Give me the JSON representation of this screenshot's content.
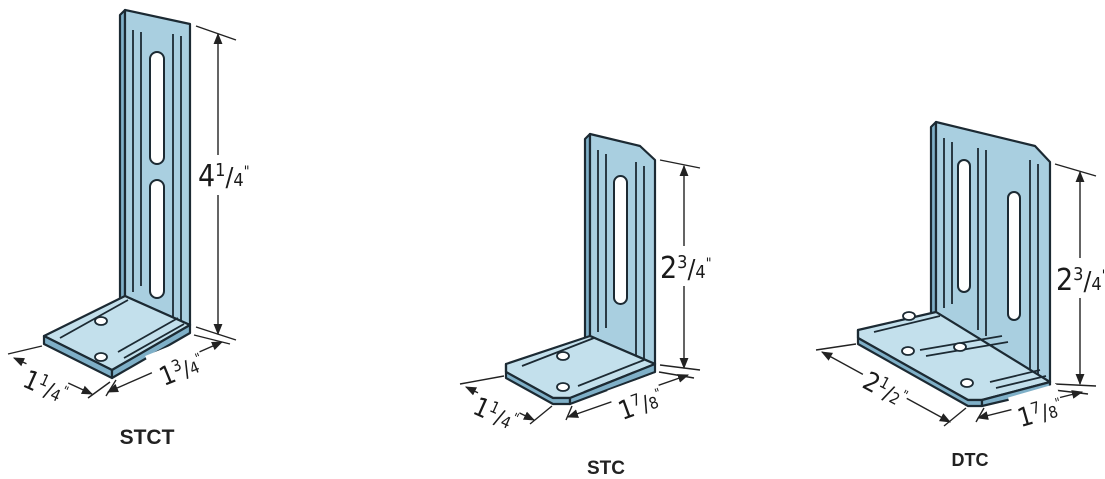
{
  "brackets": [
    {
      "name": "STCT",
      "height": {
        "whole": "4",
        "num": "1",
        "den": "4"
      },
      "leg": {
        "whole": "1",
        "num": "3",
        "den": "4"
      },
      "width": {
        "whole": "1",
        "num": "1",
        "den": "4"
      }
    },
    {
      "name": "STC",
      "height": {
        "whole": "2",
        "num": "3",
        "den": "4"
      },
      "leg": {
        "whole": "1",
        "num": "7",
        "den": "8"
      },
      "width": {
        "whole": "1",
        "num": "1",
        "den": "4"
      }
    },
    {
      "name": "DTC",
      "height": {
        "whole": "2",
        "num": "3",
        "den": "4"
      },
      "leg": {
        "whole": "1",
        "num": "7",
        "den": "8"
      },
      "width": {
        "whole": "2",
        "num": "1",
        "den": "2"
      }
    }
  ],
  "inch_mark": "\""
}
